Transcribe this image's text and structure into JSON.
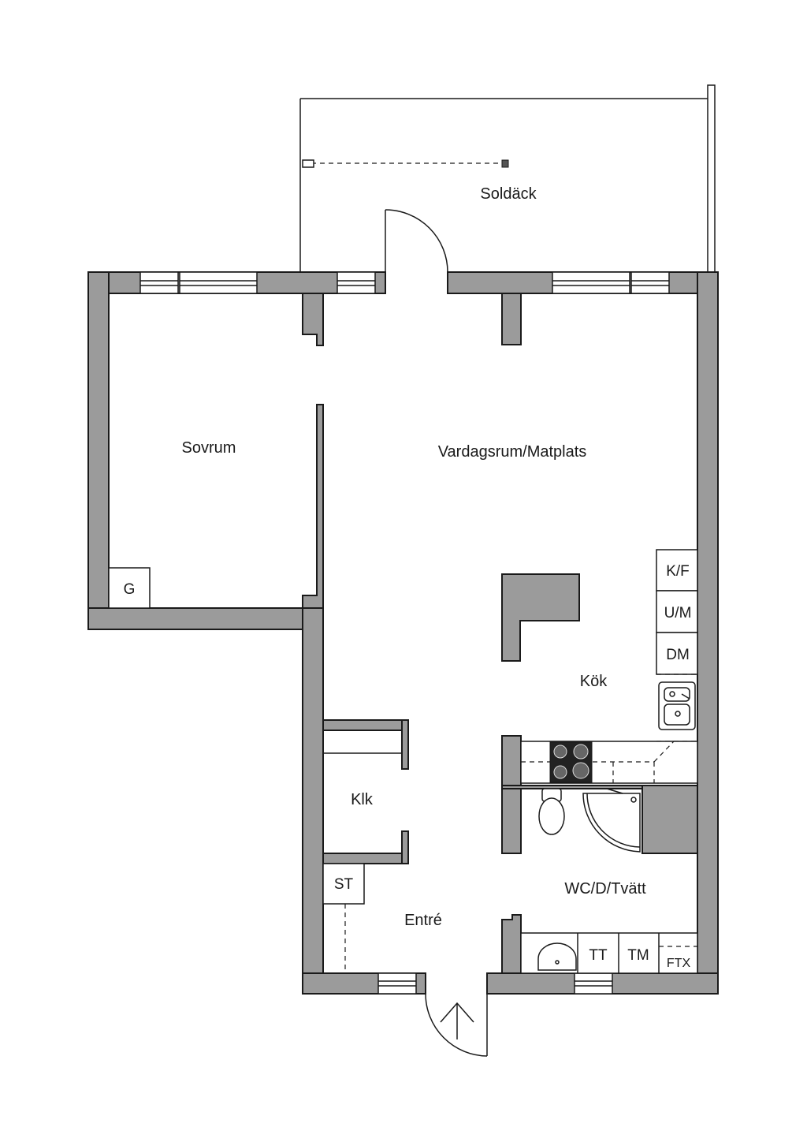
{
  "rooms": {
    "terrace": "Soldäck",
    "bedroom": "Sovrum",
    "living": "Vardagsrum/Matplats",
    "kitchen": "Kök",
    "closet": "Klk",
    "entrance": "Entré",
    "bathroom": "WC/D/Tvätt"
  },
  "fixtures": {
    "wardrobe": "G",
    "fridge_freezer": "K/F",
    "oven_microwave": "U/M",
    "dishwasher": "DM",
    "storage": "ST",
    "dryer": "TT",
    "washer": "TM",
    "ventilation": "FTX"
  },
  "colors": {
    "wall": "#9b9b9b",
    "line": "#1a1a1a",
    "background": "#ffffff"
  }
}
